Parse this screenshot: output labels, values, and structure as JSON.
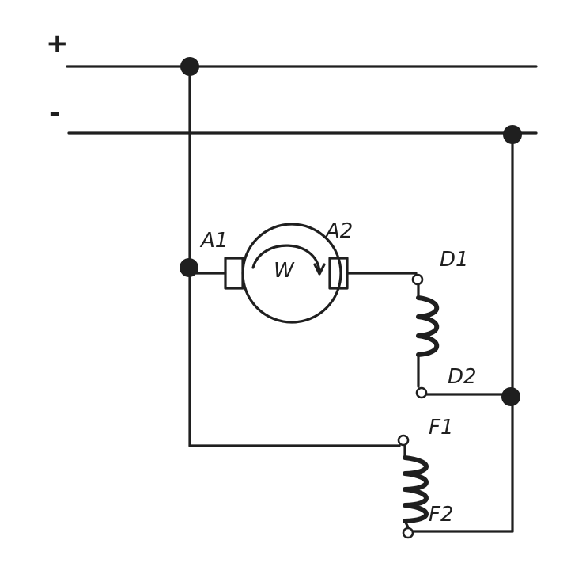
{
  "diagram": {
    "supply": {
      "positive": "+",
      "negative": "-"
    },
    "motor": {
      "symbol": "W",
      "terminal_a1": "A1",
      "terminal_a2": "A2"
    },
    "series_winding": {
      "start": "D1",
      "end": "D2"
    },
    "shunt_winding": {
      "start": "F1",
      "end": "F2"
    }
  },
  "colors": {
    "ink": "#1f1f1f",
    "background": "#ffffff"
  }
}
